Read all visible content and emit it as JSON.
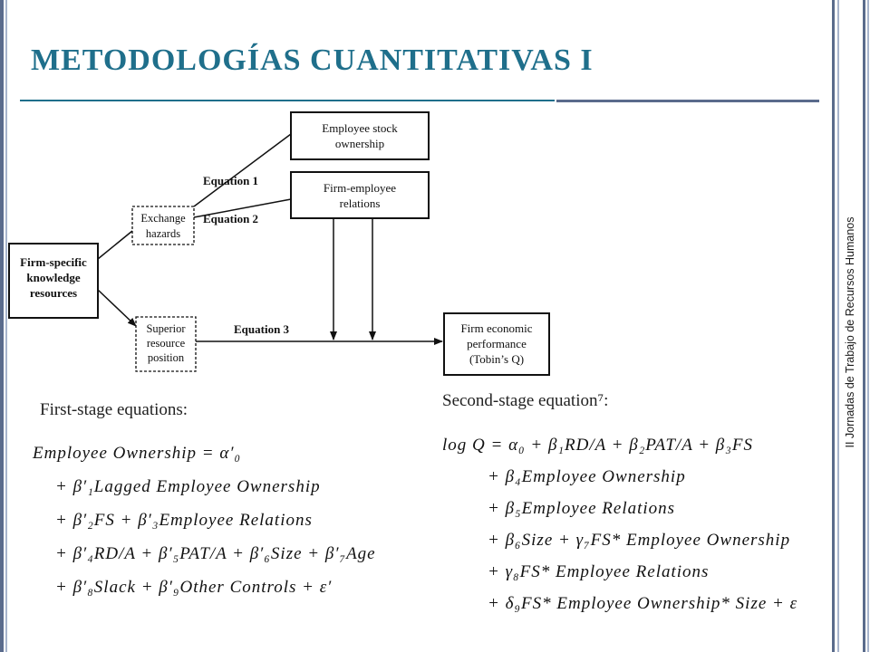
{
  "slide": {
    "title": "METODOLOGÍAS CUANTITATIVAS I",
    "vertical_caption": "II Jornadas de Trabajo de Recursos Humanos",
    "colors": {
      "accent": "#1f6f8b",
      "side_bar_dark": "#5a6b8c",
      "side_bar_light": "#a7b4cc"
    }
  },
  "diagram": {
    "boxes": {
      "firm_specific": [
        "Firm-specific",
        "knowledge",
        "resources"
      ],
      "exchange_hazards": [
        "Exchange",
        "hazards"
      ],
      "superior_resource": [
        "Superior",
        "resource",
        "position"
      ],
      "employee_stock": [
        "Employee stock",
        "ownership"
      ],
      "firm_employee": [
        "Firm-employee",
        "relations"
      ],
      "firm_performance": [
        "Firm economic",
        "performance",
        "(Tobin’s Q)"
      ]
    },
    "labels": {
      "equation1": "Equation 1",
      "equation2": "Equation 2",
      "equation3": "Equation 3"
    }
  },
  "first_stage": {
    "heading": "First-stage equations:",
    "lines": [
      "Employee Ownership = α′₀",
      "+ β′₁Lagged Employee Ownership",
      "+ β′₂FS + β′₃Employee Relations",
      "+ β′₄RD/A + β′₅PAT/A + β′₆Size + β′₇Age",
      "+ β′₈Slack + β′₉Other Controls + ε′"
    ]
  },
  "second_stage": {
    "heading": "Second-stage equation⁷:",
    "lines": [
      "log Q = α₀ + β₁RD/A + β₂PAT/A + β₃FS",
      "+ β₄Employee Ownership",
      "+ β₅Employee Relations",
      "+ β₆Size + γ₇FS* Employee Ownership",
      "+ γ₈FS* Employee Relations",
      "+ δ₉FS* Employee Ownership* Size + ε"
    ]
  }
}
